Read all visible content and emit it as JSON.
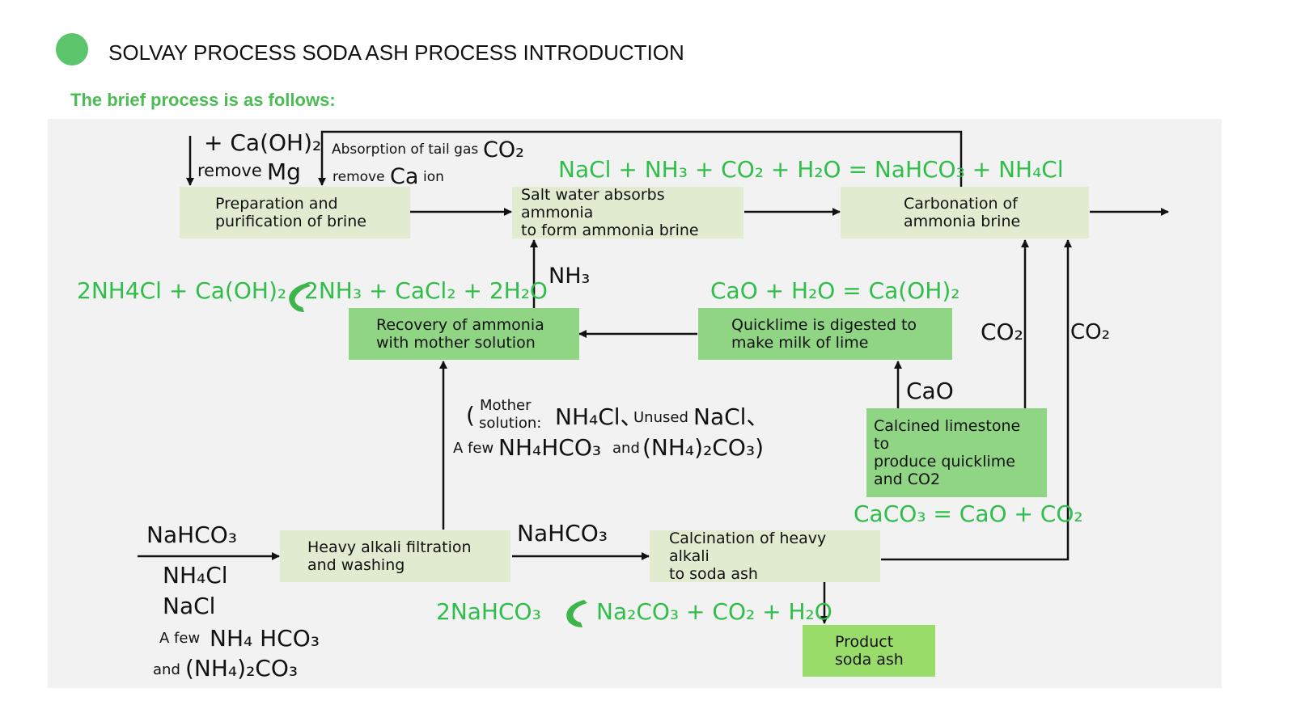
{
  "header": {
    "title": "SOLVAY PROCESS SODA ASH PROCESS INTRODUCTION",
    "subtitle": "The brief process is as follows:"
  },
  "colors": {
    "accent_green": "#5cc46a",
    "equation_green": "#2fbe4a",
    "box_light": "#e0ebcf",
    "box_mid": "#8fd584",
    "box_bright": "#99dc6a"
  },
  "boxes": {
    "brine": "Preparation and\npurification of brine",
    "salt_water": "Salt water absorbs ammonia\nto form ammonia brine",
    "carbonation": "Carbonation of\nammonia brine",
    "recovery": "Recovery of ammonia\nwith mother solution",
    "quicklime": "Quicklime is digested to\nmake milk of lime",
    "limestone": "Calcined limestone to\nproduce quicklime\nand CO2",
    "filtration": "Heavy alkali filtration\nand washing",
    "calcination": "Calcination of heavy alkali\nto soda ash",
    "product": "Product\nsoda ash"
  },
  "labels": {
    "add_caoh2": "+ Ca(OH)₂",
    "remove": "remove",
    "mg": "Mg",
    "absorption": "Absorption of tail gas",
    "co2_tail": "CO₂",
    "remove_ca": "remove",
    "ca": "Ca",
    "ion": "ion",
    "nh3": "NH₃",
    "co2_right1": "CO₂",
    "co2_right2": "CO₂",
    "cao": "CaO",
    "mother_open": "(",
    "mother_word": "Mother",
    "mother_solution": "solution:",
    "mother_nh4cl": "NH₄Cl、",
    "mother_unused": "Unused",
    "mother_nacl": "NaCl、",
    "mother_afew": "A few",
    "mother_nh4hco3": "NH₄HCO₃",
    "mother_and": "and",
    "mother_nh42co3": "(NH₄)₂CO₃)",
    "feed_nahco3": "NaHCO₃",
    "feed_nh4cl": "NH₄Cl",
    "feed_nacl": "NaCl",
    "feed_afew": "A few",
    "feed_nh4hco3": "NH₄ HCO₃",
    "feed_and": "and",
    "feed_nh42co3": "(NH₄)₂CO₃",
    "mid_nahco3": "NaHCO₃"
  },
  "equations": {
    "carbonation": "NaCl + NH₃ +  CO₂  + H₂O =  NaHCO₃ +  NH₄Cl",
    "recovery_left": "2NH4Cl + Ca(OH)₂",
    "recovery_right": "2NH₃ + CaCl₂ + 2H₂O",
    "lime": "CaO  + H₂O = Ca(OH)₂",
    "limestone": "CaCO₃  = CaO + CO₂",
    "soda_left": "2NaHCO₃",
    "soda_right": "Na₂CO₃  + CO₂ + H₂O"
  },
  "icons": {
    "reaction_arrow": "curved-arrow-icon"
  }
}
